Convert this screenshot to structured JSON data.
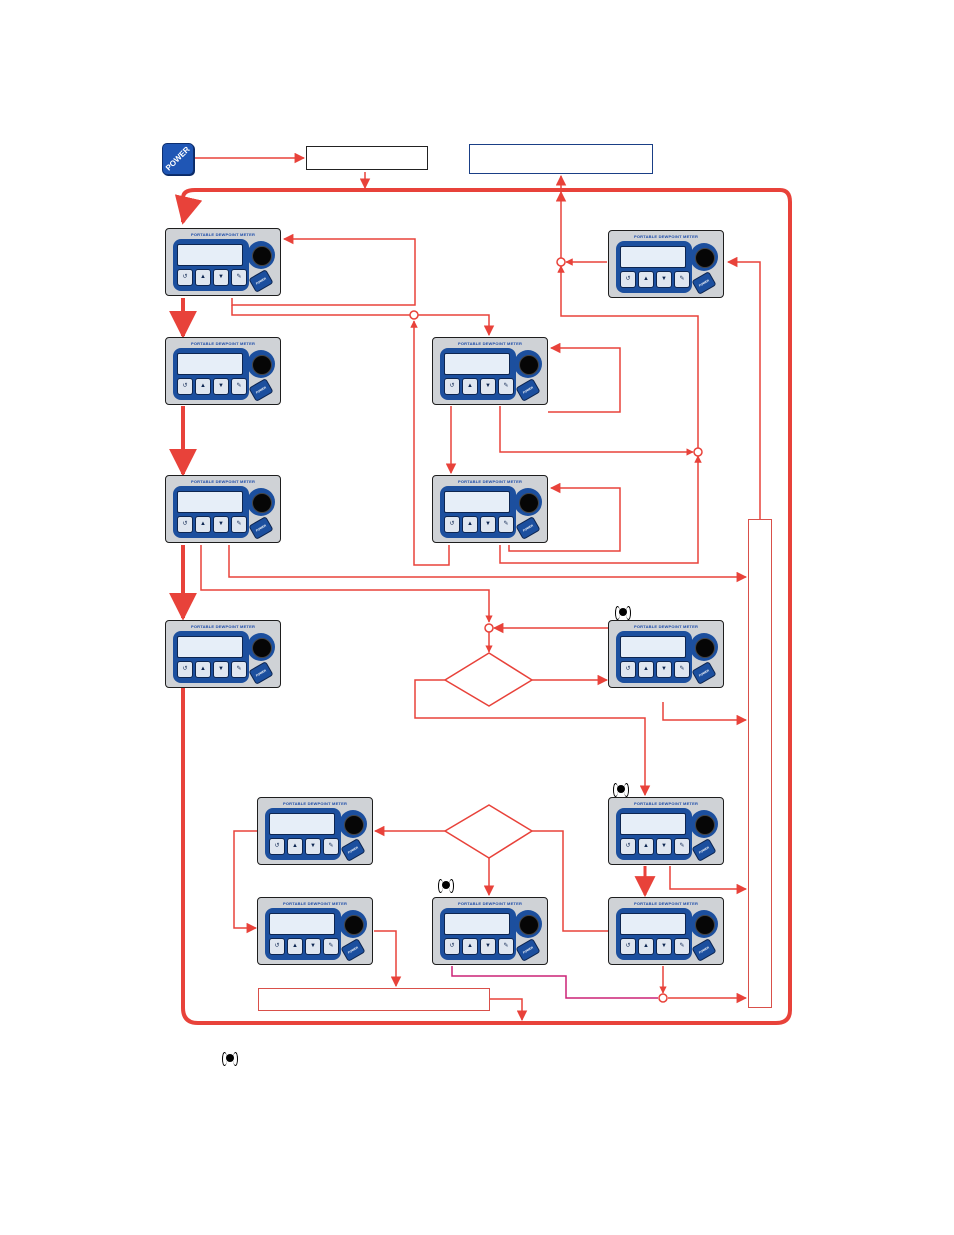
{
  "power_button": {
    "label": "POWER"
  },
  "meter_template": {
    "title": "PORTABLE DEWPOINT METER",
    "power_label": "POWER"
  },
  "colors": {
    "arrow": "#e8423a",
    "loop_line": "#e8423a",
    "magenta_line": "#cc2277",
    "meter_blue": "#1c4f9e",
    "box_blue": "#1a3f86"
  },
  "meters": [
    {
      "id": "m1"
    },
    {
      "id": "m2"
    },
    {
      "id": "m3"
    },
    {
      "id": "m4"
    },
    {
      "id": "m5"
    },
    {
      "id": "m6"
    },
    {
      "id": "m7"
    },
    {
      "id": "m8"
    },
    {
      "id": "m9"
    },
    {
      "id": "m10"
    },
    {
      "id": "m11"
    },
    {
      "id": "m12"
    },
    {
      "id": "m13"
    }
  ],
  "alarm_icons": [
    "bell-1",
    "bell-2",
    "bell-3",
    "bell-legend"
  ]
}
